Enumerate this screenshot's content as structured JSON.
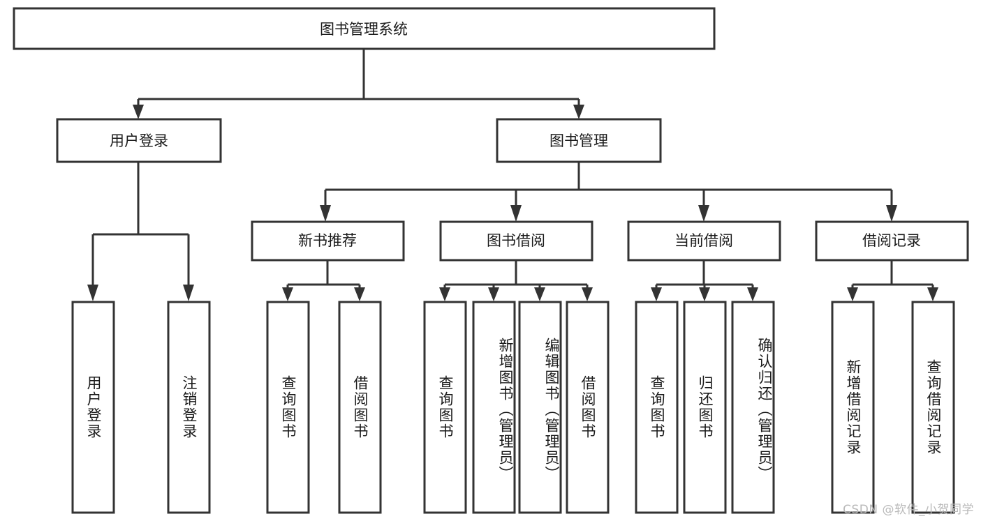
{
  "diagram": {
    "type": "tree-hierarchy-flowchart",
    "title": "图书管理系统",
    "colors": {
      "background": "#ffffff",
      "box_fill": "#ffffff",
      "box_stroke": "#333333",
      "text": "#1a1a1a",
      "watermark": "#b9b9b9"
    },
    "root": {
      "id": "root",
      "label": "图书管理系统",
      "orientation": "horizontal"
    },
    "level1": [
      {
        "id": "user-login",
        "label": "用户登录",
        "orientation": "horizontal"
      },
      {
        "id": "book-management",
        "label": "图书管理",
        "orientation": "horizontal"
      }
    ],
    "level2": [
      {
        "id": "new-book-recommend",
        "label": "新书推荐",
        "orientation": "horizontal",
        "parent": "book-management"
      },
      {
        "id": "book-borrow",
        "label": "图书借阅",
        "orientation": "horizontal",
        "parent": "book-management"
      },
      {
        "id": "current-borrow",
        "label": "当前借阅",
        "orientation": "horizontal",
        "parent": "book-management"
      },
      {
        "id": "borrow-record",
        "label": "借阅记录",
        "orientation": "horizontal",
        "parent": "book-management"
      }
    ],
    "leaves": [
      {
        "id": "leaf-user-login",
        "label": "用户登录",
        "orientation": "vertical",
        "parent": "user-login"
      },
      {
        "id": "leaf-user-logout",
        "label": "注销登录",
        "orientation": "vertical",
        "parent": "user-login"
      },
      {
        "id": "leaf-query-book-1",
        "label": "查询图书",
        "orientation": "vertical",
        "parent": "new-book-recommend"
      },
      {
        "id": "leaf-borrow-book-1",
        "label": "借阅图书",
        "orientation": "vertical",
        "parent": "new-book-recommend"
      },
      {
        "id": "leaf-query-book-2",
        "label": "查询图书",
        "orientation": "vertical",
        "parent": "book-borrow"
      },
      {
        "id": "leaf-add-book",
        "label": "新增图书（管理员）",
        "orientation": "vertical",
        "parent": "book-borrow"
      },
      {
        "id": "leaf-edit-book",
        "label": "编辑图书（管理员）",
        "orientation": "vertical",
        "parent": "book-borrow"
      },
      {
        "id": "leaf-borrow-book-2",
        "label": "借阅图书",
        "orientation": "vertical",
        "parent": "book-borrow"
      },
      {
        "id": "leaf-query-book-3",
        "label": "查询图书",
        "orientation": "vertical",
        "parent": "current-borrow"
      },
      {
        "id": "leaf-return-book",
        "label": "归还图书",
        "orientation": "vertical",
        "parent": "current-borrow"
      },
      {
        "id": "leaf-confirm-return",
        "label": "确认归还（管理员）",
        "orientation": "vertical",
        "parent": "current-borrow"
      },
      {
        "id": "leaf-add-record",
        "label": "新增借阅记录",
        "orientation": "vertical",
        "parent": "borrow-record"
      },
      {
        "id": "leaf-query-record",
        "label": "查询借阅记录",
        "orientation": "vertical",
        "parent": "borrow-record"
      }
    ],
    "watermark": "CSDN @软件_小贺同学"
  }
}
